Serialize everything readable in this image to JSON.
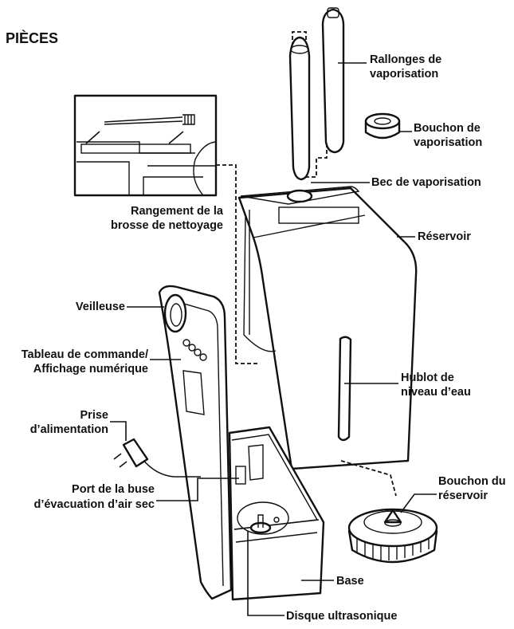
{
  "diagram": {
    "title": "PIÈCES",
    "labels": {
      "rallonges_l1": "Rallonges de",
      "rallonges_l2": "vaporisation",
      "bouchon_vap_l1": "Bouchon de",
      "bouchon_vap_l2": "vaporisation",
      "bec": "Bec de vaporisation",
      "rangement_l1": "Rangement de la",
      "rangement_l2": "brosse de nettoyage",
      "reservoir": "Réservoir",
      "veilleuse": "Veilleuse",
      "tableau_l1": "Tableau de commande/",
      "tableau_l2": "Affichage numérique",
      "hublot_l1": "Hublot de",
      "hublot_l2": "niveau d’eau",
      "prise_l1": "Prise",
      "prise_l2": "d’alimentation",
      "port_l1": "Port de la buse",
      "port_l2": "d’évacuation d’air sec",
      "bouchon_res_l1": "Bouchon du",
      "bouchon_res_l2": "réservoir",
      "base": "Base",
      "disque": "Disque ultrasonique"
    }
  }
}
